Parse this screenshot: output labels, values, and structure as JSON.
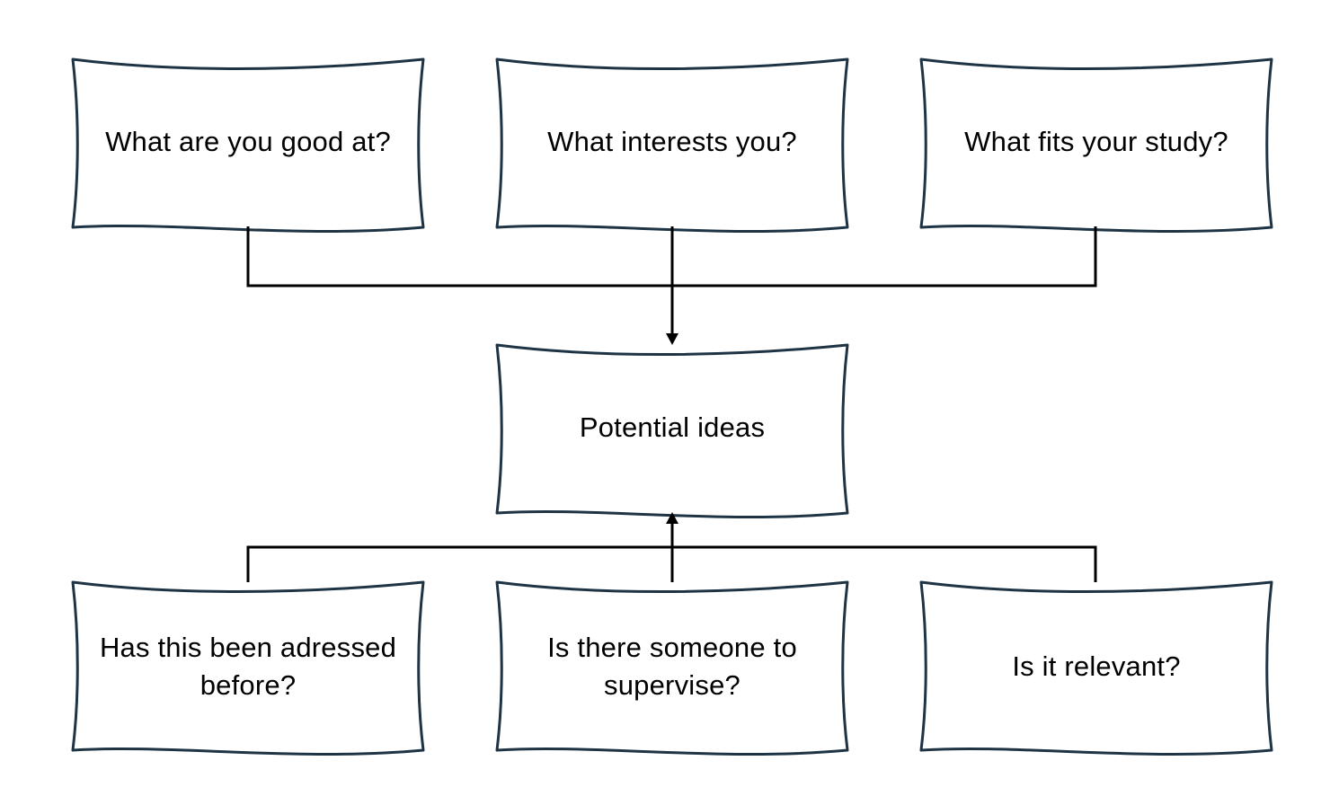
{
  "colors": {
    "box_border": "#1e3445",
    "connector": "#000000",
    "background": "#ffffff",
    "text": "#000000"
  },
  "top_boxes": [
    {
      "text": "What are you good at?"
    },
    {
      "text": "What interests you?"
    },
    {
      "text": "What fits your study?"
    }
  ],
  "center_box": {
    "text": "Potential ideas"
  },
  "bottom_boxes": [
    {
      "text": "Has this been adressed before?"
    },
    {
      "text": "Is there someone to supervise?"
    },
    {
      "text": "Is it relevant?"
    }
  ]
}
